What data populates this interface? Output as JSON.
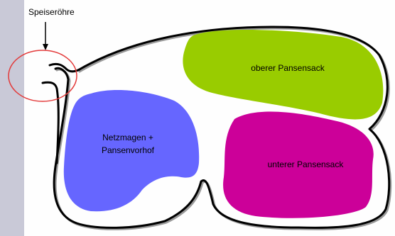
{
  "diagram": {
    "esophagus_label": "Speiseröhre",
    "regions": {
      "upper_sac": {
        "label": "oberer Pansensack",
        "color": "#99cc00"
      },
      "lower_sac": {
        "label": "unterer Pansensack",
        "color": "#cc0099"
      },
      "reticulum": {
        "label_line1": "Netzmagen +",
        "label_line2": "Pansenvorhof",
        "color": "#6666ff"
      }
    },
    "highlight_color": "#e33a3a",
    "panel_color": "#fefefe",
    "background_color": "#c9c9d7"
  }
}
